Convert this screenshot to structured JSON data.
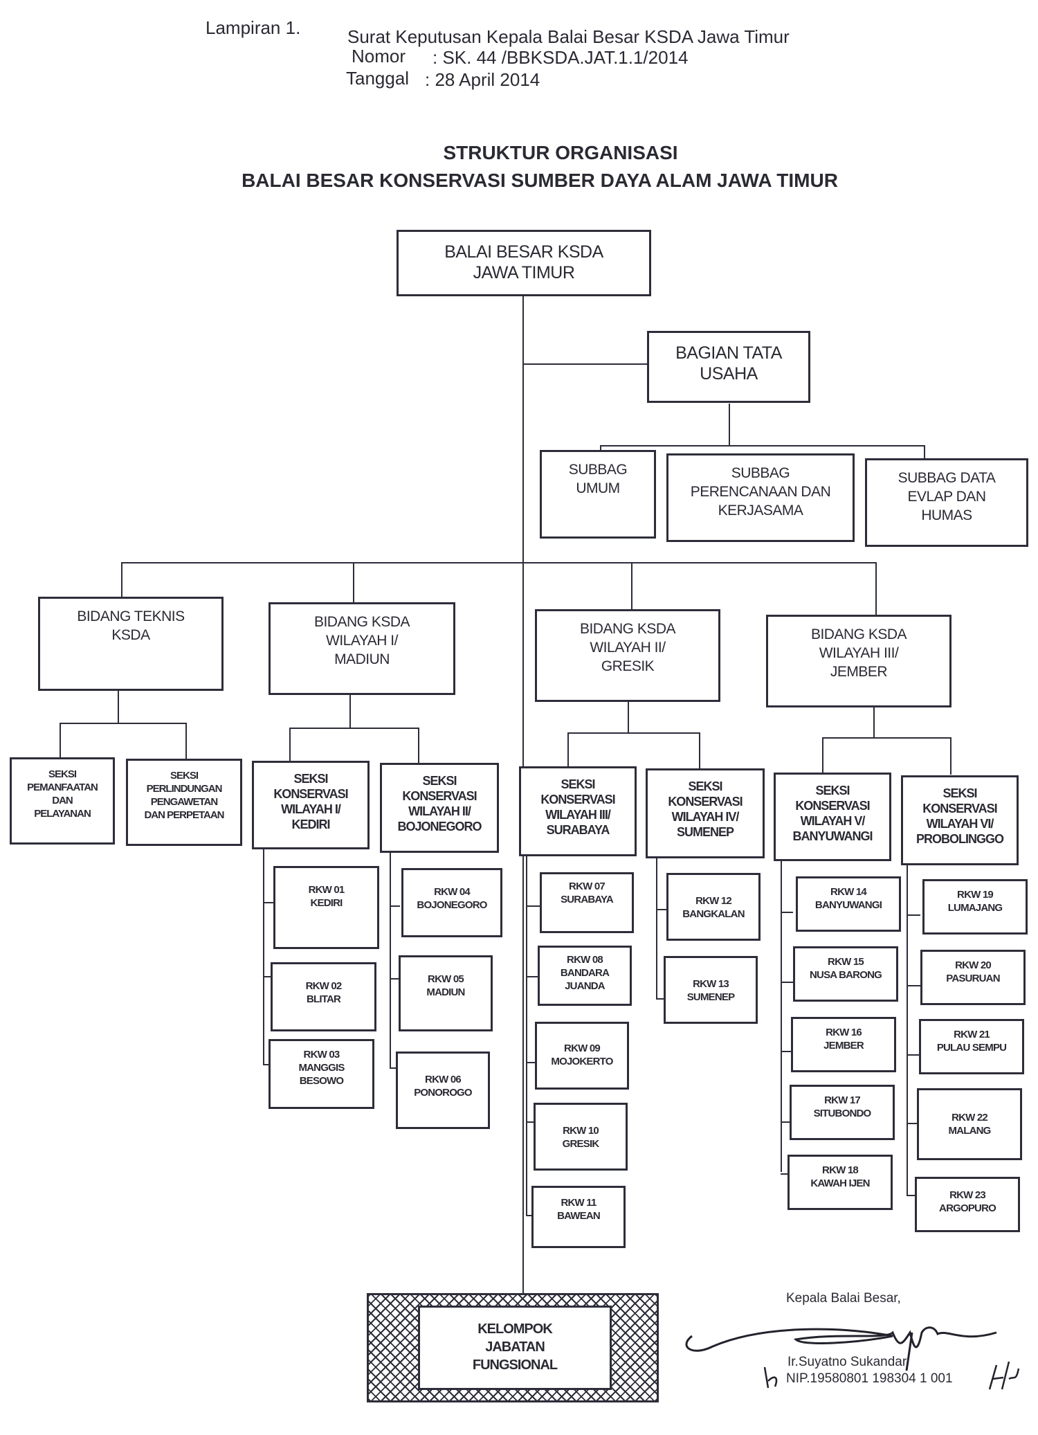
{
  "header": {
    "lampiran_label": "Lampiran 1.",
    "line1": "Surat Keputusan Kepala Balai Besar KSDA Jawa Timur",
    "nomor_label": "Nomor",
    "nomor_value": ": SK. 44 /BBKSDA.JAT.1.1/2014",
    "tanggal_label": "Tanggal",
    "tanggal_value": ":  28  April   2014"
  },
  "title": {
    "line1": "STRUKTUR ORGANISASI",
    "line2": "BALAI BESAR KONSERVASI SUMBER DAYA ALAM JAWA TIMUR"
  },
  "org": {
    "root": "BALAI BESAR KSDA\nJAWA TIMUR",
    "tata_usaha": "BAGIAN TATA\nUSAHA",
    "subbag": [
      "SUBBAG\nUMUM",
      "SUBBAG\nPERENCANAAN DAN\nKERJASAMA",
      "SUBBAG DATA\nEVLAP DAN\nHUMAS"
    ],
    "bidang": [
      {
        "label": "BIDANG TEKNIS\nKSDA",
        "seksi": [
          {
            "label": "SEKSI\nPEMANFAATAN\nDAN\nPELAYANAN",
            "rkw": []
          },
          {
            "label": "SEKSI\nPERLINDUNGAN\nPENGAWETAN\nDAN PERPETAAN",
            "rkw": []
          }
        ]
      },
      {
        "label": "BIDANG KSDA\nWILAYAH I/\nMADIUN",
        "seksi": [
          {
            "label": "SEKSI\nKONSERVASI\nWILAYAH I/\nKEDIRI",
            "rkw": [
              "RKW 01\nKEDIRI",
              "RKW 02\nBLITAR",
              "RKW 03\nMANGGIS\nBESOWO"
            ]
          },
          {
            "label": "SEKSI\nKONSERVASI\nWILAYAH II/\nBOJONEGORO",
            "rkw": [
              "RKW 04\nBOJONEGORO",
              "RKW 05\nMADIUN",
              "RKW 06\nPONOROGO"
            ]
          }
        ]
      },
      {
        "label": "BIDANG KSDA\nWILAYAH II/\nGRESIK",
        "seksi": [
          {
            "label": "SEKSI\nKONSERVASI\nWILAYAH III/\nSURABAYA",
            "rkw": [
              "RKW 07\nSURABAYA",
              "RKW 08\nBANDARA\nJUANDA",
              "RKW 09\nMOJOKERTO",
              "RKW 10\nGRESIK",
              "RKW 11\nBAWEAN"
            ]
          },
          {
            "label": "SEKSI\nKONSERVASI\nWILAYAH IV/\nSUMENEP",
            "rkw": [
              "RKW 12\nBANGKALAN",
              "RKW 13\nSUMENEP"
            ]
          }
        ]
      },
      {
        "label": "BIDANG KSDA\nWILAYAH III/\nJEMBER",
        "seksi": [
          {
            "label": "SEKSI\nKONSERVASI\nWILAYAH V/\nBANYUWANGI",
            "rkw": [
              "RKW 14\nBANYUWANGI",
              "RKW 15\nNUSA BARONG",
              "RKW 16\nJEMBER",
              "RKW 17\nSITUBONDO",
              "RKW 18\nKAWAH IJEN"
            ]
          },
          {
            "label": "SEKSI\nKONSERVASI\nWILAYAH VI/\nPROBOLINGGO",
            "rkw": [
              "RKW 19\nLUMAJANG",
              "RKW 20\nPASURUAN",
              "RKW 21\nPULAU SEMPU",
              "RKW 22\nMALANG",
              "RKW 23\nARGOPURO"
            ]
          }
        ]
      }
    ],
    "fungsional": "KELOMPOK\nJABATAN\nFUNGSIONAL"
  },
  "signature": {
    "position": "Kepala Balai Besar,",
    "name": "Ir.Suyatno Sukandar",
    "nip": "NIP.19580801 198304 1 001"
  }
}
